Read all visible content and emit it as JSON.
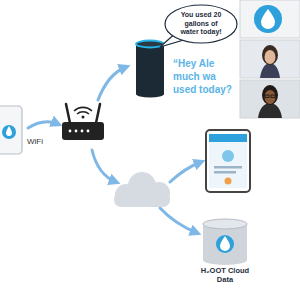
{
  "diagram": {
    "nodes": [
      {
        "text": [
          "You used 20 gallons of water today!"
        ]
      },
      {
        "text": [
          "H₂OOT Cloud Data"
        ]
      }
    ],
    "labels": [
      "WiFi",
      "“Hey Ale",
      "much wa",
      "used today?"
    ]
  }
}
